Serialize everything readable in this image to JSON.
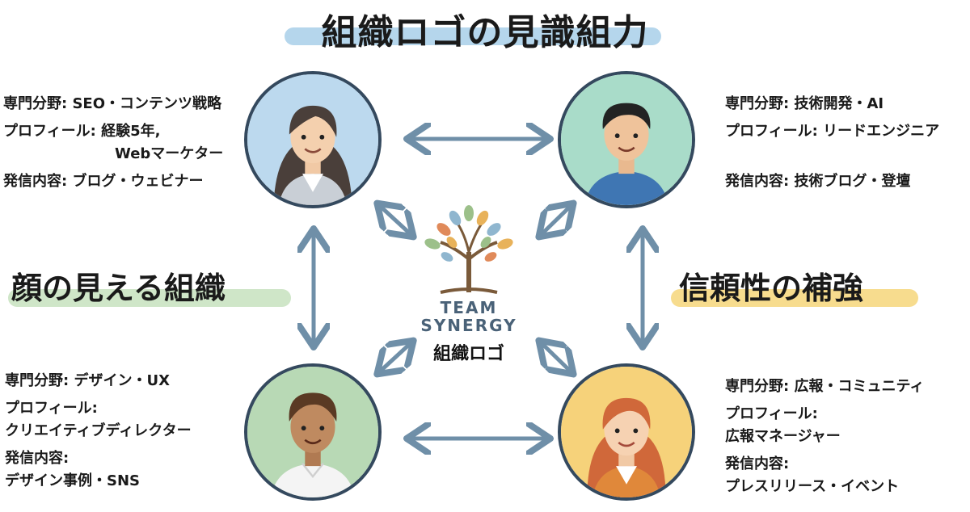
{
  "title": "組織ロゴの見識組力",
  "labels": {
    "left": "顔の見える組織",
    "right": "信頼性の補強"
  },
  "logo": {
    "line1": "TEAM",
    "line2": "SYNERGY",
    "caption": "組織ロゴ"
  },
  "members": {
    "top_left": {
      "line1": "専門分野: SEO・コンテンツ戦略",
      "line2": "プロフィール: 経験5年,",
      "line3": "Webマーケター",
      "line4": "発信内容: ブログ・ウェビナー"
    },
    "top_right": {
      "line1": "専門分野: 技術開発・AI",
      "line2": "プロフィール: リードエンジニア",
      "line3": "発信内容: 技術ブログ・登壇"
    },
    "bottom_left": {
      "line1": "専門分野: デザイン・UX",
      "line2": "プロフィール:",
      "line3": "クリエイティブディレクター",
      "line4": "発信内容:",
      "line5": "デザイン事例・SNS"
    },
    "bottom_right": {
      "line1": "専門分野: 広報・コミュニティ",
      "line2": "プロフィール:",
      "line3": "広報マネージャー",
      "line4": "発信内容:",
      "line5": "プレスリリース・イベント"
    }
  },
  "colors": {
    "title_highlight": "#b5d6ec",
    "left_highlight": "#cfe6c8",
    "right_highlight": "#f7dc8e",
    "arrow": "#6f8fa8",
    "avatar_border": "#34495e"
  }
}
